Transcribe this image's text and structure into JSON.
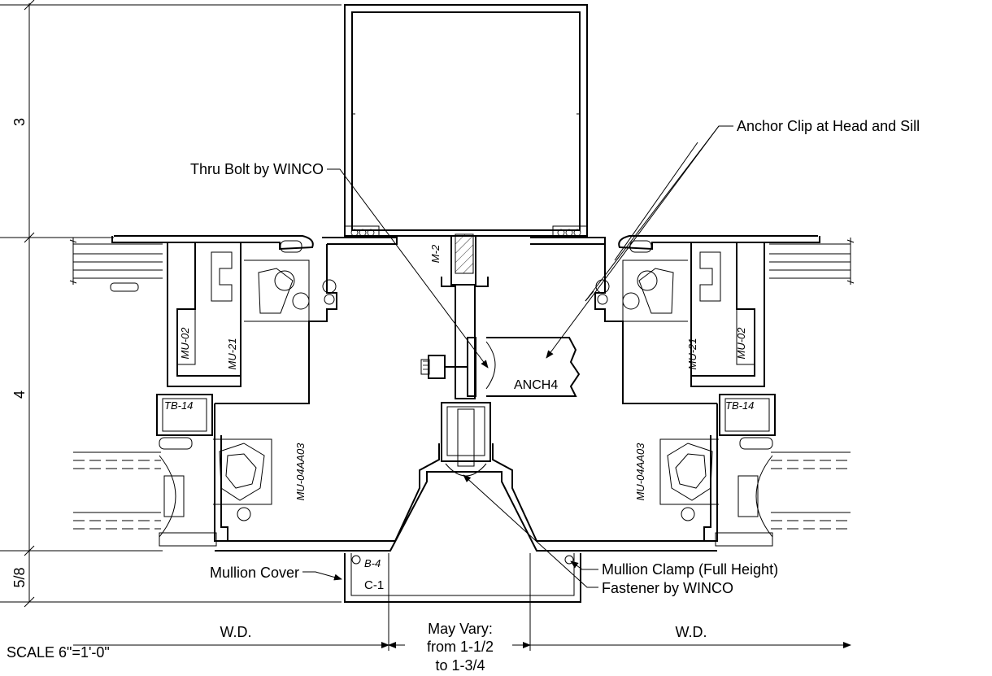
{
  "callouts": {
    "thru_bolt": "Thru Bolt by WINCO",
    "anchor_clip": "Anchor Clip at Head and Sill",
    "mullion_cover": "Mullion Cover",
    "mullion_clamp": "Mullion Clamp (Full Height)",
    "fastener": "Fastener by WINCO"
  },
  "part_tags": {
    "m2": "M-2",
    "mu21_left": "MU-21",
    "mu02_left": "MU-02",
    "mu21_right": "MU-21",
    "mu02_right": "MU-02",
    "tb14_left": "TB-14",
    "tb14_right": "TB-14",
    "mu04_left": "MU-04AA03",
    "mu04_right": "MU-04AA03",
    "anch4": "ANCH4",
    "b4": "B-4",
    "c1": "C-1"
  },
  "dimensions": {
    "vertical_top": "3",
    "vertical_mid": "4",
    "vertical_bottom": "5/8",
    "wd_left": "W.D.",
    "wd_right": "W.D.",
    "may_vary_1": "May Vary:",
    "may_vary_2": "from 1-1/2",
    "may_vary_3": "to 1-3/4"
  },
  "scale_note": "SCALE 6\"=1'-0\""
}
